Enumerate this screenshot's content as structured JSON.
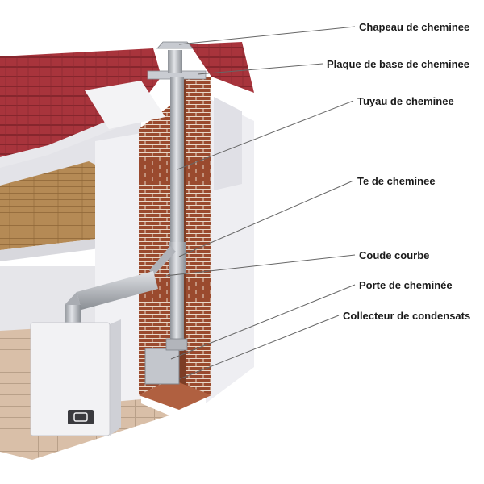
{
  "labels": [
    {
      "text": "Chapeau de cheminee"
    },
    {
      "text": "Plaque de base de cheminee"
    },
    {
      "text": "Tuyau de cheminee"
    },
    {
      "text": "Te de cheminee"
    },
    {
      "text": "Coude courbe"
    },
    {
      "text": "Porte de cheminée"
    },
    {
      "text": "Collecteur de condensats"
    }
  ],
  "colors": {
    "roof_tile": "#a8343c",
    "roof_shadow": "#7e2229",
    "brick": "#9a4a2e",
    "wall": "#eeeef2",
    "pipe": "#b9bcc2",
    "wood_floor": "#b58a55",
    "boiler": "#f2f2f4",
    "leader_line": "#666666"
  },
  "icons": [
    "house-cutaway-illustration",
    "chimney-cap-icon",
    "boiler-icon"
  ]
}
